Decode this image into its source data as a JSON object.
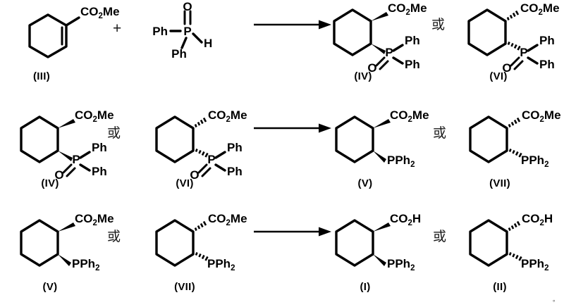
{
  "page": {
    "title": "Stereoselective synthesis scheme of 2-(diphenylphosphino)cyclohexanecarboxylic acid",
    "background_color": "#ffffff",
    "ink_color": "#000000",
    "trailing_mark": "。",
    "or_word": "或",
    "plus_sign": "+"
  },
  "labels": {
    "III": "(III)",
    "IV": "(IV)",
    "VI": "(VI)",
    "V": "(V)",
    "VII": "(VII)",
    "I": "(I)",
    "II": "(II)"
  },
  "groups": {
    "co2me_c": "CO",
    "co2me_sub": "2",
    "co2me_me": "Me",
    "co2h_c": "CO",
    "co2h_sub": "2",
    "co2h_h": "H",
    "pph2_p": "PPh",
    "pph2_sub": "2",
    "ph": "Ph",
    "p": "P",
    "o": "O",
    "h": "H"
  },
  "rows": [
    {
      "id": "row-1",
      "reactants": [
        {
          "label": "(III)",
          "name": "methyl cyclohex-1-ene-1-carboxylate",
          "ring": "cyclohexene",
          "substituents": [
            "CO2Me"
          ],
          "stereo": "none"
        },
        {
          "label": "",
          "name": "diphenylphosphine oxide",
          "formula_parts": [
            "Ph",
            "P",
            "O",
            "H",
            "Ph"
          ],
          "stereo": "none"
        }
      ],
      "operator": "+",
      "arrow": "reaction-arrow",
      "products": [
        {
          "label": "(IV)",
          "name": "methyl 2-(diphenylphosphinoyl)cyclohexane-1-carboxylate",
          "ring": "cyclohexane",
          "substituents": [
            "CO2Me",
            "P(O)Ph2"
          ],
          "stereo": "wedge"
        },
        {
          "label": "(VI)",
          "name": "methyl 2-(diphenylphosphinoyl)cyclohexane-1-carboxylate enantiomer",
          "ring": "cyclohexane",
          "substituents": [
            "CO2Me",
            "P(O)Ph2"
          ],
          "stereo": "hash"
        }
      ]
    },
    {
      "id": "row-2",
      "reactants": [
        {
          "label": "(IV)",
          "ring": "cyclohexane",
          "substituents": [
            "CO2Me",
            "P(O)Ph2"
          ],
          "stereo": "wedge"
        },
        {
          "label": "(VI)",
          "ring": "cyclohexane",
          "substituents": [
            "CO2Me",
            "P(O)Ph2"
          ],
          "stereo": "hash"
        }
      ],
      "operator": "或",
      "arrow": "reaction-arrow",
      "products": [
        {
          "label": "(V)",
          "name": "methyl 2-(diphenylphosphino)cyclohexane-1-carboxylate",
          "ring": "cyclohexane",
          "substituents": [
            "CO2Me",
            "PPh2"
          ],
          "stereo": "wedge"
        },
        {
          "label": "(VII)",
          "name": "methyl 2-(diphenylphosphino)cyclohexane-1-carboxylate enantiomer",
          "ring": "cyclohexane",
          "substituents": [
            "CO2Me",
            "PPh2"
          ],
          "stereo": "hash"
        }
      ]
    },
    {
      "id": "row-3",
      "reactants": [
        {
          "label": "(V)",
          "ring": "cyclohexane",
          "substituents": [
            "CO2Me",
            "PPh2"
          ],
          "stereo": "wedge"
        },
        {
          "label": "(VII)",
          "ring": "cyclohexane",
          "substituents": [
            "CO2Me",
            "PPh2"
          ],
          "stereo": "hash"
        }
      ],
      "operator": "或",
      "arrow": "reaction-arrow",
      "products": [
        {
          "label": "(I)",
          "name": "2-(diphenylphosphino)cyclohexane-1-carboxylic acid",
          "ring": "cyclohexane",
          "substituents": [
            "CO2H",
            "PPh2"
          ],
          "stereo": "wedge"
        },
        {
          "label": "(II)",
          "name": "2-(diphenylphosphino)cyclohexane-1-carboxylic acid enantiomer",
          "ring": "cyclohexane",
          "substituents": [
            "CO2H",
            "PPh2"
          ],
          "stereo": "hash"
        }
      ]
    }
  ]
}
